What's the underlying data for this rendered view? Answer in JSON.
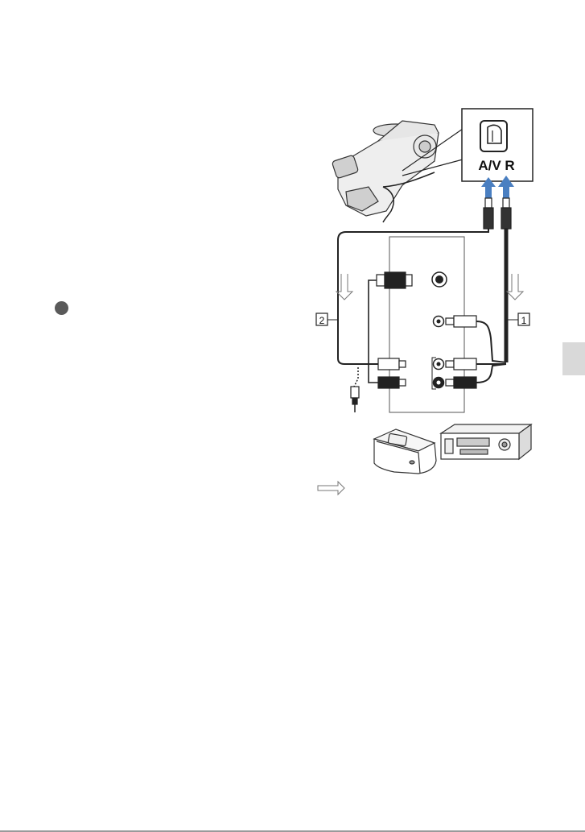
{
  "connector_label": "A/V R",
  "callouts": {
    "cable_1": "1",
    "cable_2": "2"
  },
  "colors": {
    "arrow_blue": "#4a7fc1",
    "tab_gray": "#d9d9d9",
    "bullet_gray": "#5a5a5a"
  },
  "icons": [
    "camcorder-icon",
    "av-r-jack-icon",
    "s-video-jack-icon",
    "rca-jack-icon",
    "vcr-icon",
    "device-box-icon",
    "signal-direction-arrow-icon"
  ]
}
